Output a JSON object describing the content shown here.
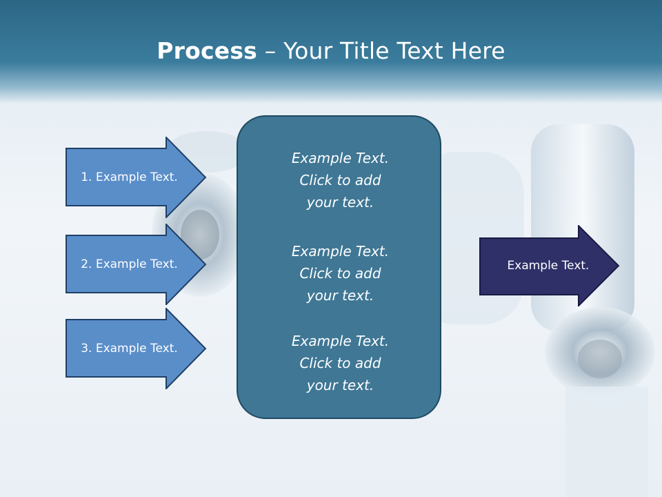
{
  "title": {
    "bold": "Process",
    "rest": " – Your Title Text Here"
  },
  "left_arrows": [
    {
      "label": "1. Example Text."
    },
    {
      "label": "2. Example Text."
    },
    {
      "label": "3. Example Text."
    }
  ],
  "center_blocks": [
    {
      "line1": "Example Text.",
      "line2": "Click  to add",
      "line3": "your text."
    },
    {
      "line1": "Example Text.",
      "line2": "Click  to add",
      "line3": "your text."
    },
    {
      "line1": "Example Text.",
      "line2": "Click  to add",
      "line3": "your text."
    }
  ],
  "right_arrow": {
    "label": "Example Text."
  },
  "colors": {
    "title_bar": "#2c6685",
    "left_arrow_fill": "#5a8ec9",
    "center_box": "#3f7795",
    "right_arrow_fill": "#2f3068"
  }
}
